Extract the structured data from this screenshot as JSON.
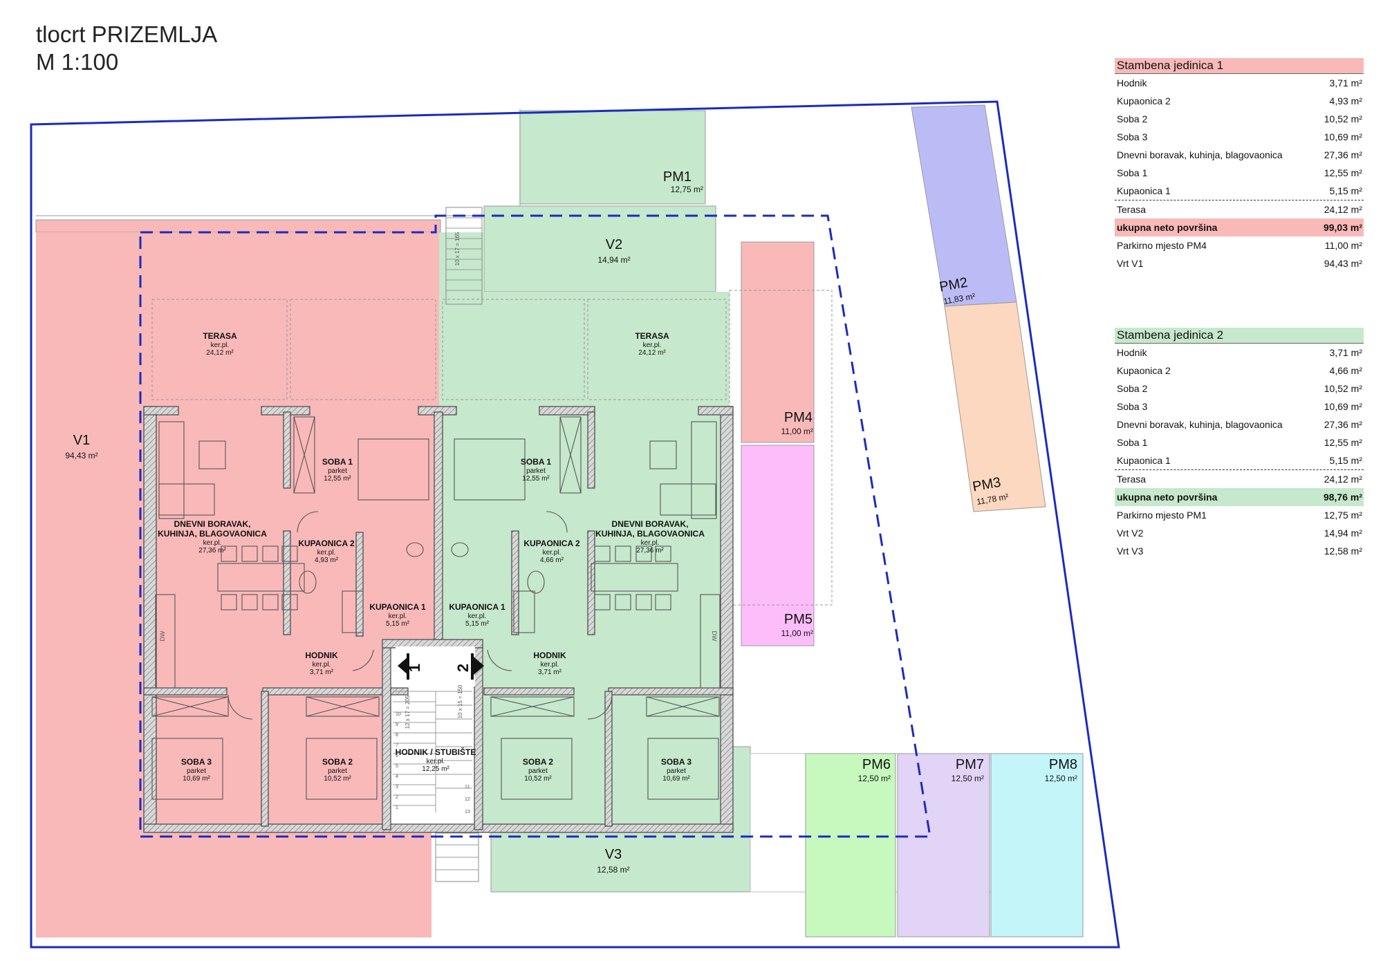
{
  "title": {
    "line1": "tlocrt PRIZEMLJA",
    "line2": "M 1:100"
  },
  "colors": {
    "unit1": "#f9b9b9",
    "unit2": "#c6e8cc",
    "pm2": "#bbbcf6",
    "pm3": "#fbd8bf",
    "pm5": "#fcbdfa",
    "pm6": "#c7f9bf",
    "pm7": "#e2d4f7",
    "pm8": "#c4f5f9",
    "boundary": "#1a2bbd"
  },
  "areas": {
    "V1": {
      "name": "V1",
      "area": "94,43 m²"
    },
    "V2": {
      "name": "V2",
      "area": "14,94 m²"
    },
    "V3": {
      "name": "V3",
      "area": "12,58 m²"
    },
    "PM1": {
      "name": "PM1",
      "area": "12,75 m²"
    },
    "PM2": {
      "name": "PM2",
      "area": "11,83 m²"
    },
    "PM3": {
      "name": "PM3",
      "area": "11,78 m²"
    },
    "PM4": {
      "name": "PM4",
      "area": "11,00 m²"
    },
    "PM5": {
      "name": "PM5",
      "area": "11,00 m²"
    },
    "PM6": {
      "name": "PM6",
      "area": "12,50 m²"
    },
    "PM7": {
      "name": "PM7",
      "area": "12,50 m²"
    },
    "PM8": {
      "name": "PM8",
      "area": "12,50 m²"
    }
  },
  "rooms": {
    "terasa1": {
      "name": "TERASA",
      "floor": "ker.pl.",
      "area": "24,12 m²"
    },
    "terasa2": {
      "name": "TERASA",
      "floor": "ker.pl.",
      "area": "24,12 m²"
    },
    "soba1_1": {
      "name": "SOBA 1",
      "floor": "parket",
      "area": "12,55 m²"
    },
    "soba1_2": {
      "name": "SOBA 1",
      "floor": "parket",
      "area": "12,55 m²"
    },
    "dnevni1": {
      "name1": "DNEVNI BORAVAK,",
      "name2": "KUHINJA, BLAGOVAONICA",
      "floor": "ker.pl.",
      "area": "27,36 m²"
    },
    "dnevni2": {
      "name1": "DNEVNI BORAVAK,",
      "name2": "KUHINJA, BLAGOVAONICA",
      "floor": "ker.pl.",
      "area": "27,36 m²"
    },
    "kup2_1": {
      "name": "KUPAONICA 2",
      "floor": "ker.pl.",
      "area": "4,93 m²"
    },
    "kup2_2": {
      "name": "KUPAONICA 2",
      "floor": "ker.pl.",
      "area": "4,66 m²"
    },
    "kup1_1": {
      "name": "KUPAONICA 1",
      "floor": "ker.pl.",
      "area": "5,15 m²"
    },
    "kup1_2": {
      "name": "KUPAONICA 1",
      "floor": "ker.pl.",
      "area": "5,15 m²"
    },
    "hodnik1": {
      "name": "HODNIK",
      "floor": "ker.pl.",
      "area": "3,71 m²"
    },
    "hodnik2": {
      "name": "HODNIK",
      "floor": "ker.pl.",
      "area": "3,71 m²"
    },
    "soba3_1": {
      "name": "SOBA 3",
      "floor": "parket",
      "area": "10,69 m²"
    },
    "soba2_1": {
      "name": "SOBA 2",
      "floor": "parket",
      "area": "10,52 m²"
    },
    "soba2_2": {
      "name": "SOBA 2",
      "floor": "parket",
      "area": "10,52 m²"
    },
    "soba3_2": {
      "name": "SOBA 3",
      "floor": "parket",
      "area": "10,69 m²"
    },
    "stubiste": {
      "name": "HODNIK / STUBIŠTE",
      "floor": "ker.pl.",
      "area": "12,25 m²"
    }
  },
  "markers": {
    "m1": "1",
    "m2": "2"
  },
  "stair_labels": {
    "run1": "12 x 17 = 205",
    "run2": "10 x 15 = 150",
    "run3": "10 x 17 = 165"
  },
  "stair_numbers": [
    "1",
    "2",
    "3",
    "4",
    "5",
    "6",
    "7",
    "8",
    "9",
    "10",
    "11",
    "12",
    "13"
  ],
  "appliance_labels": {
    "dw1": "DW",
    "dw2": "DW"
  },
  "table1": {
    "header": "Stambena jedinica 1",
    "rows": [
      {
        "name": "Hodnik",
        "value": "3,71 m²"
      },
      {
        "name": "Kupaonica 2",
        "value": "4,93 m²"
      },
      {
        "name": "Soba 2",
        "value": "10,52 m²"
      },
      {
        "name": "Soba 3",
        "value": "10,69 m²"
      },
      {
        "name": "Dnevni boravak, kuhinja, blagovaonica",
        "value": "27,36 m²"
      },
      {
        "name": "Soba 1",
        "value": "12,55 m²"
      },
      {
        "name": "Kupaonica 1",
        "value": "5,15 m²"
      },
      {
        "name": "Terasa",
        "value": "24,12 m²"
      }
    ],
    "total": {
      "name": "ukupna neto površina",
      "value": "99,03 m²"
    },
    "extra": [
      {
        "name": "Parkirno mjesto PM4",
        "value": "11,00 m²"
      },
      {
        "name": "Vrt V1",
        "value": "94,43 m²"
      }
    ]
  },
  "table2": {
    "header": "Stambena jedinica 2",
    "rows": [
      {
        "name": "Hodnik",
        "value": "3,71 m²"
      },
      {
        "name": "Kupaonica 2",
        "value": "4,66 m²"
      },
      {
        "name": "Soba 2",
        "value": "10,52 m²"
      },
      {
        "name": "Soba 3",
        "value": "10,69 m²"
      },
      {
        "name": "Dnevni boravak, kuhinja, blagovaonica",
        "value": "27,36 m²"
      },
      {
        "name": "Soba 1",
        "value": "12,55 m²"
      },
      {
        "name": "Kupaonica 1",
        "value": "5,15 m²"
      },
      {
        "name": "Terasa",
        "value": "24,12 m²"
      }
    ],
    "total": {
      "name": "ukupna neto površina",
      "value": "98,76 m²"
    },
    "extra": [
      {
        "name": "Parkirno mjesto PM1",
        "value": "12,75 m²"
      },
      {
        "name": "Vrt V2",
        "value": "14,94 m²"
      },
      {
        "name": "Vrt V3",
        "value": "12,58 m²"
      }
    ]
  }
}
